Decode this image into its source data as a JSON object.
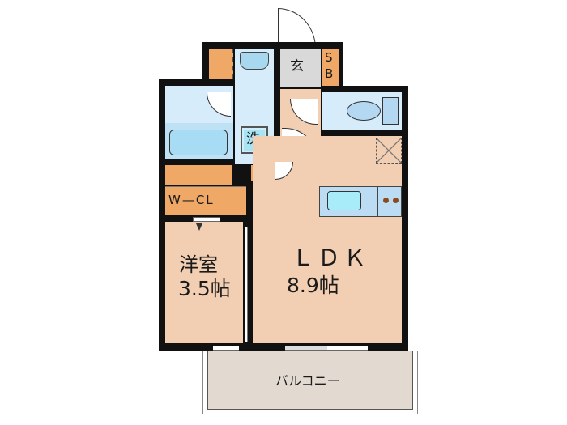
{
  "floorplan": {
    "rooms": {
      "western_room": {
        "name": "洋室",
        "area": "3.5帖"
      },
      "ldk": {
        "name": "ＬＤＫ",
        "area": "8.9帖"
      },
      "entrance": {
        "name": "玄"
      },
      "shoe_box": {
        "name": "S\nB",
        "line1": "S",
        "line2": "B"
      },
      "walk_in_closet": {
        "name": "W—CL"
      },
      "washer": {
        "name": "洗"
      },
      "balcony": {
        "name": "バルコニー"
      }
    },
    "colors": {
      "wall": "#111111",
      "wet_area": "#d6ecfa",
      "floor_wood": "#f2cfb3",
      "storage": "#f0a866",
      "entrance": "#d9d9d9",
      "balcony": "#e2d9d1"
    }
  }
}
